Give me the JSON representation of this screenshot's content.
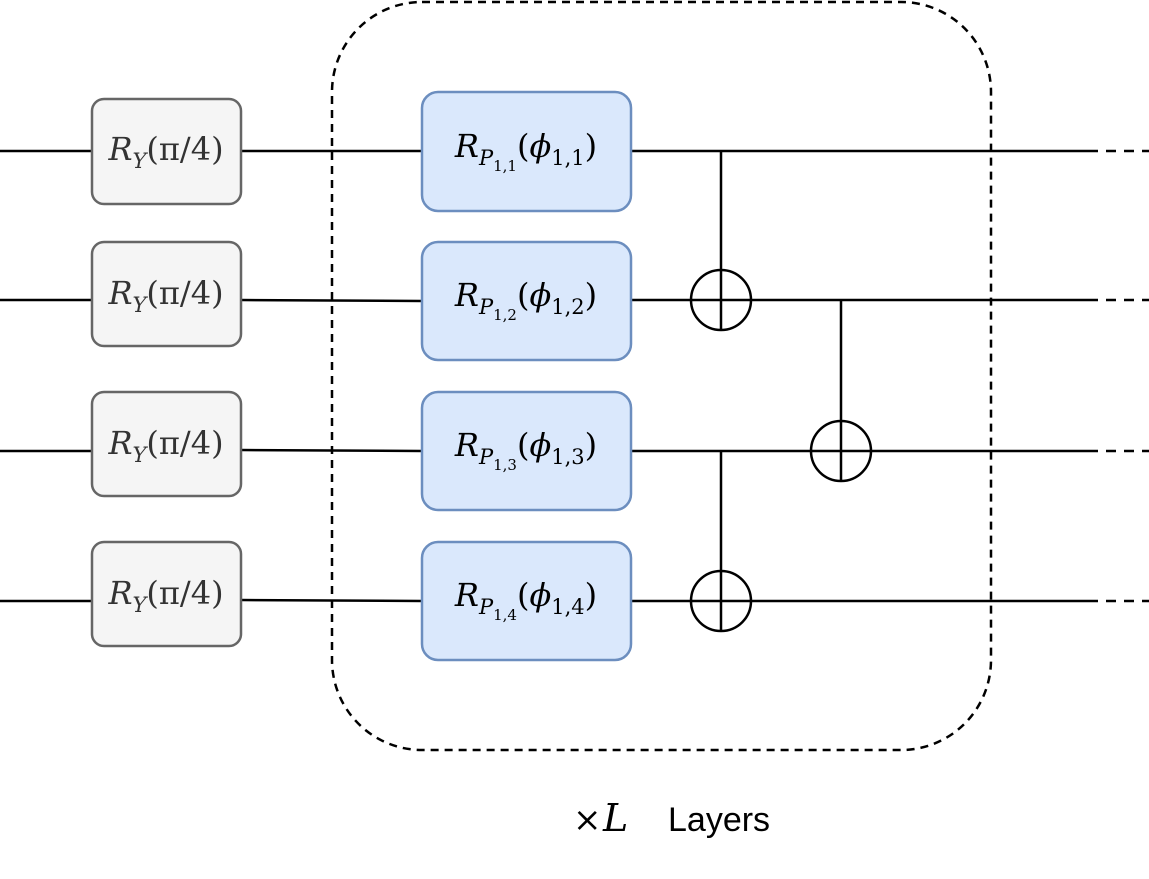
{
  "diagram": {
    "colors": {
      "line": "#000000",
      "ry_fill": "#f5f5f5",
      "ry_stroke": "#666666",
      "rp_fill": "#dae8fc",
      "rp_stroke": "#6c8ebf",
      "text": "#333333"
    },
    "ry_gate": {
      "op": "R",
      "sub": "Y",
      "arg": "(π/4)"
    },
    "rp_gates": [
      {
        "op": "R",
        "P": "P",
        "P_sub": "1,1",
        "phi": "ϕ",
        "phi_sub": "1,1"
      },
      {
        "op": "R",
        "P": "P",
        "P_sub": "1,2",
        "phi": "ϕ",
        "phi_sub": "1,2"
      },
      {
        "op": "R",
        "P": "P",
        "P_sub": "1,3",
        "phi": "ϕ",
        "phi_sub": "1,3"
      },
      {
        "op": "R",
        "P": "P",
        "P_sub": "1,4",
        "phi": "ϕ",
        "phi_sub": "1,4"
      }
    ],
    "repeat_label": {
      "times": "×",
      "var": "L",
      "word": "Layers"
    }
  }
}
